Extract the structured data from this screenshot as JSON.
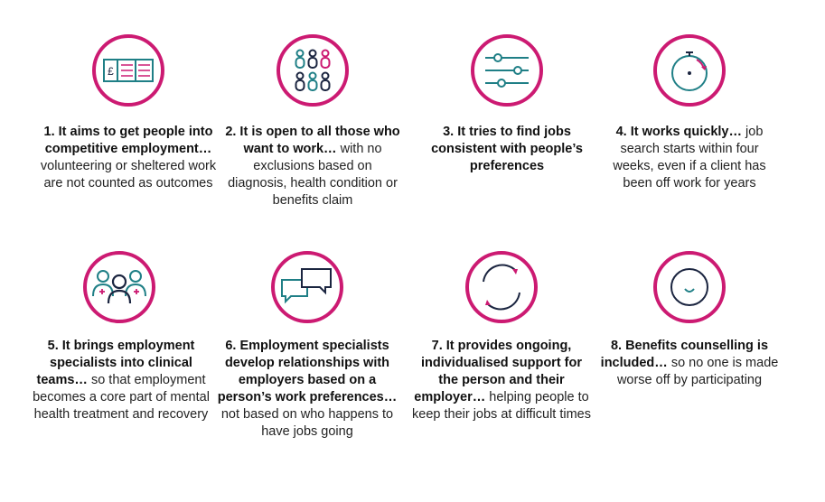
{
  "colors": {
    "ring": "#cc1a72",
    "teal": "#1f7f86",
    "navy": "#1b2540",
    "pink": "#cc1a72"
  },
  "items": [
    {
      "icon": "money-notes-icon",
      "bold": "1. It aims to get people into competitive employment…",
      "rest": " volunteering or sheltered work are not counted as outcomes"
    },
    {
      "icon": "people-group-icon",
      "bold": "2. It is open to all those who want to work…",
      "rest": " with no exclusions based on diagnosis, health condition or benefits claim"
    },
    {
      "icon": "sliders-icon",
      "bold": "3. It tries to find jobs consistent with people’s preferences",
      "rest": ""
    },
    {
      "icon": "stopwatch-icon",
      "bold": "4. It works quickly…",
      "rest": " job search starts within four weeks, even if a client has been off work for years"
    },
    {
      "icon": "clinical-team-icon",
      "bold": "5. It brings employment specialists into clinical teams…",
      "rest": " so that employment becomes a core part of mental health treatment and recovery"
    },
    {
      "icon": "speech-bubbles-icon",
      "bold": "6. Employment specialists develop relationships with employers based on a person’s work preferences…",
      "rest": "not based on who happens to have jobs going"
    },
    {
      "icon": "cycle-arrows-icon",
      "bold": "7. It provides ongoing, individualised support for the person and their employer…",
      "rest": " helping people to keep their jobs at difficult times"
    },
    {
      "icon": "smile-icon",
      "bold": "8. Benefits counselling is included…",
      "rest": " so no one is made worse off by participating"
    }
  ]
}
